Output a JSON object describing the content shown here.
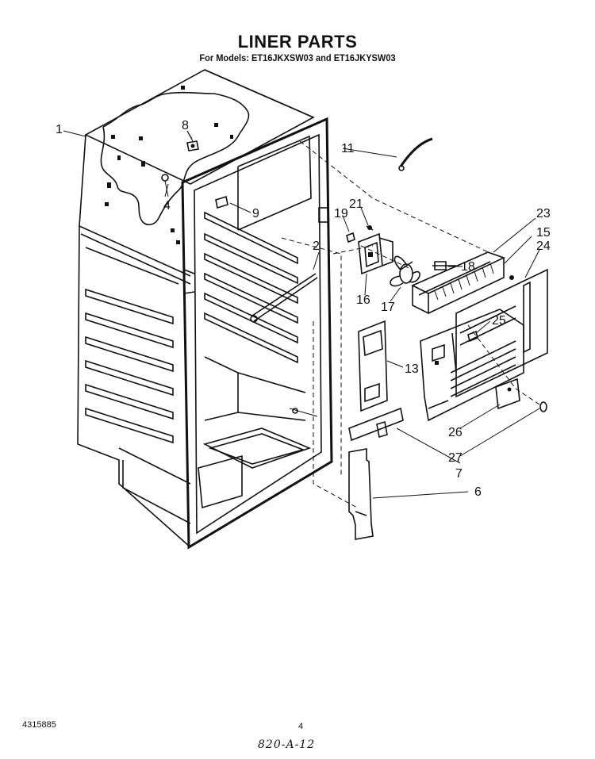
{
  "header": {
    "title": "LINER PARTS",
    "subtitle": "For Models: ET16JKXSW03 and ET16JKYSW03"
  },
  "footer": {
    "part_number": "4315885",
    "page_number": "4",
    "handwritten_note": "820-A-12"
  },
  "callouts": {
    "c1": "1",
    "c2": "2",
    "c4": "4",
    "c6": "6",
    "c7": "7",
    "c8": "8",
    "c9": "9",
    "c11": "11",
    "c13": "13",
    "c15": "15",
    "c16": "16",
    "c17": "17",
    "c18": "18",
    "c19": "19",
    "c21": "21",
    "c23": "23",
    "c24": "24",
    "c25": "25",
    "c26": "26",
    "c27": "27"
  }
}
